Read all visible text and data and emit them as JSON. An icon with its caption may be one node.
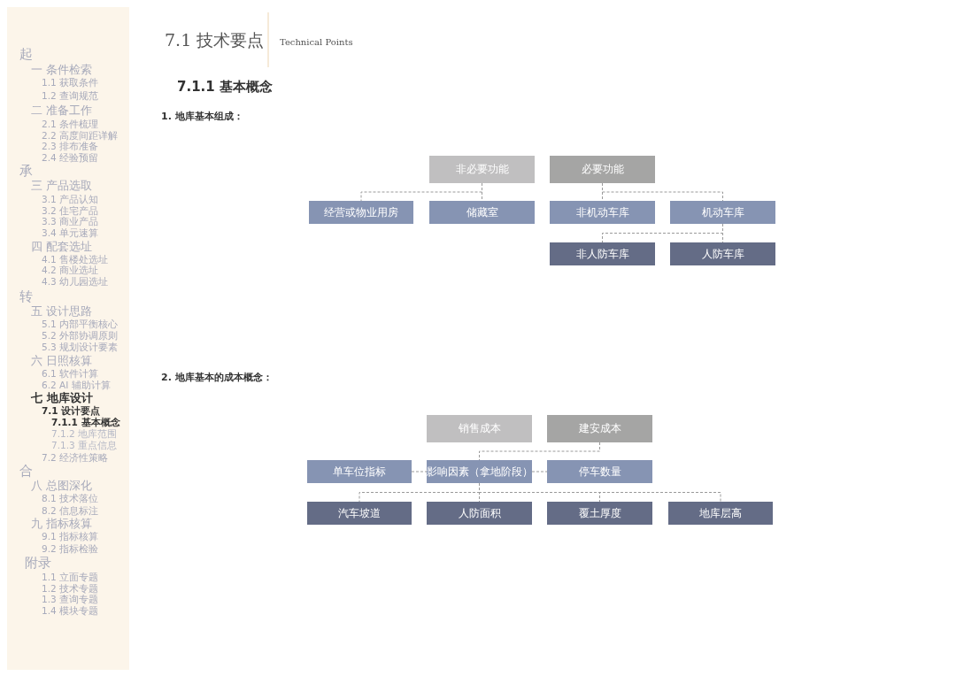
{
  "diagram": {
    "title": "7.1 技术要点",
    "nodes": [
      {
        "text": [
          "非必要功能"
        ]
      },
      {
        "text": [
          "必要功能"
        ]
      },
      {
        "text": [
          "经营或物业用房"
        ]
      },
      {
        "text": [
          "储藏室"
        ]
      },
      {
        "text": [
          "非机动车库"
        ]
      },
      {
        "text": [
          "机动车库"
        ]
      },
      {
        "text": [
          "非人防车库"
        ]
      },
      {
        "text": [
          "人防车库"
        ]
      },
      {
        "text": [
          "销售成本"
        ]
      },
      {
        "text": [
          "建安成本"
        ]
      },
      {
        "text": [
          "单车位指标"
        ]
      },
      {
        "text": [
          "影响因素（拿地阶段）"
        ]
      },
      {
        "text": [
          "停车数量"
        ]
      },
      {
        "text": [
          "汽车坡道"
        ]
      },
      {
        "text": [
          "人防面积"
        ]
      },
      {
        "text": [
          "覆土厚度"
        ]
      },
      {
        "text": [
          "地库层高"
        ]
      }
    ],
    "edges": [
      {
        "from": 0,
        "to": 2,
        "arrow": "none",
        "style": "dashed"
      },
      {
        "from": 0,
        "to": 3,
        "arrow": "none",
        "style": "dashed"
      },
      {
        "from": 1,
        "to": 4,
        "arrow": "none",
        "style": "dashed"
      },
      {
        "from": 1,
        "to": 5,
        "arrow": "none",
        "style": "dashed"
      },
      {
        "from": 5,
        "to": 6,
        "arrow": "none",
        "style": "dashed"
      },
      {
        "from": 5,
        "to": 7,
        "arrow": "none",
        "style": "dashed"
      },
      {
        "from": 9,
        "to": 11,
        "arrow": "none",
        "style": "dashed"
      },
      {
        "from": 10,
        "to": 11,
        "arrow": "none",
        "style": "dashed"
      },
      {
        "from": 11,
        "to": 12,
        "arrow": "none",
        "style": "dashed"
      },
      {
        "from": 11,
        "to": 13,
        "arrow": "none",
        "style": "dashed"
      },
      {
        "from": 11,
        "to": 14,
        "arrow": "none",
        "style": "dashed"
      },
      {
        "from": 11,
        "to": 15,
        "arrow": "none",
        "style": "dashed"
      },
      {
        "from": 11,
        "to": 16,
        "arrow": "none",
        "style": "dashed"
      }
    ],
    "labels": [
      "Technical Points",
      "7.1.1 基本概念",
      "1. 地库基本组成：",
      "2. 地库基本的成本概念：",
      "起",
      "一 条件检索",
      "1.1 获取条件",
      "1.2 查询规范",
      "二 准备工作",
      "2.1 条件梳理",
      "2.2 高度间距详解",
      "2.3 排布准备",
      "2.4 经验预留",
      "承",
      "三 产品选取",
      "3.1 产品认知",
      "3.2 住宅产品",
      "3.3 商业产品",
      "3.4 单元速算",
      "四 配套选址",
      "4.1 售楼处选址",
      "4.2 商业选址",
      "4.3 幼儿园选址",
      "转",
      "五 设计思路",
      "5.1 内部平衡核心",
      "5.2 外部协调原则",
      "5.3 规划设计要素",
      "六 日照核算",
      "6.1 软件计算",
      "6.2 AI 辅助计算",
      "七 地库设计",
      "7.1 设计要点",
      "7.1.1 基本概念",
      "7.1.2 地库范围",
      "7.1.3 重点信息",
      "7.2 经济性策略",
      "合",
      "八 总图深化",
      "8.1 技术落位",
      "8.2 信息标注",
      "九 指标核算",
      "9.1 指标核算",
      "9.2 指标检验",
      "附录",
      "1.1 立面专题",
      "1.2 技术专题",
      "1.3 查询专题",
      "1.4 模块专题"
    ]
  }
}
